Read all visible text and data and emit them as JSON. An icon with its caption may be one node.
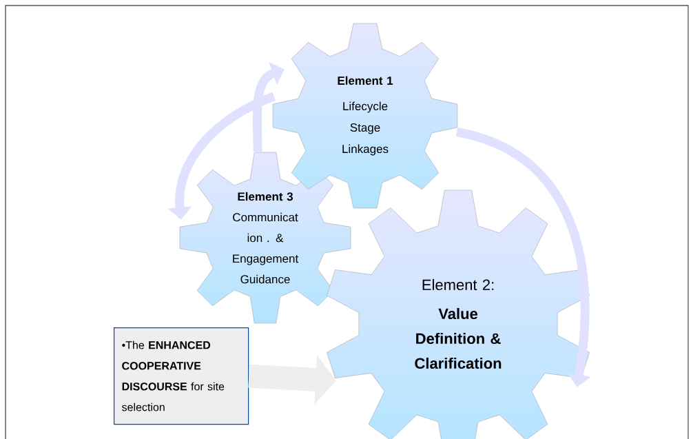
{
  "diagram": {
    "nodes": [
      {
        "text": [
          "Element 1",
          "Lifecycle Stage Linkages"
        ]
      },
      {
        "text": [
          "Element 3",
          "Communicat ion . & Engagement",
          "Guidance"
        ]
      },
      {
        "text": [
          "Element 2:",
          "Value Definition & Clarification"
        ]
      },
      {
        "text": [
          "•The **ENHANCED COOPERATIVE DISCOURSE** for site selection"
        ]
      }
    ],
    "edges": [
      {
        "from": 1,
        "to": 0,
        "arrow": "to"
      },
      {
        "from": 0,
        "to": 1,
        "arrow": "to"
      },
      {
        "from": 0,
        "to": 2,
        "arrow": "to"
      },
      {
        "from": 3,
        "to": 2,
        "arrow": "to",
        "style": "thick"
      }
    ]
  }
}
